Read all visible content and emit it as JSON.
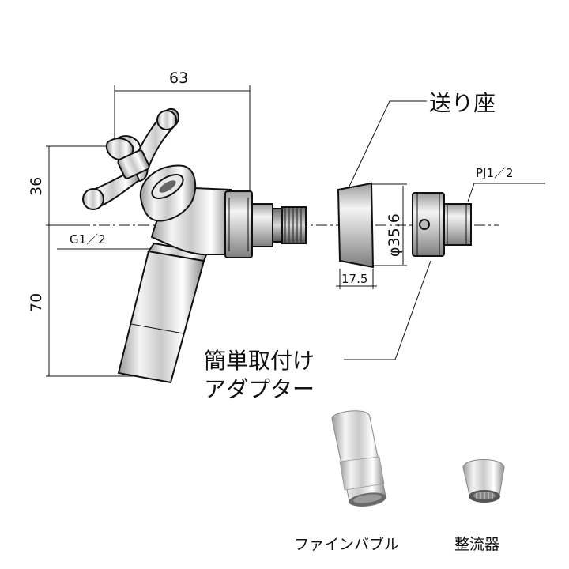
{
  "dimensions": {
    "width_63": "63",
    "height_36": "36",
    "height_70": "70",
    "thread_g": "G1／2",
    "diameter": "φ35.6",
    "length_17_5": "17.5",
    "thread_pj": "PJ1／2"
  },
  "labels": {
    "okuriza": "送り座",
    "adapter_line1": "簡単取付け",
    "adapter_line2": "アダプター",
    "fine_bubble": "ファインバブル",
    "seiryuki": "整流器"
  }
}
